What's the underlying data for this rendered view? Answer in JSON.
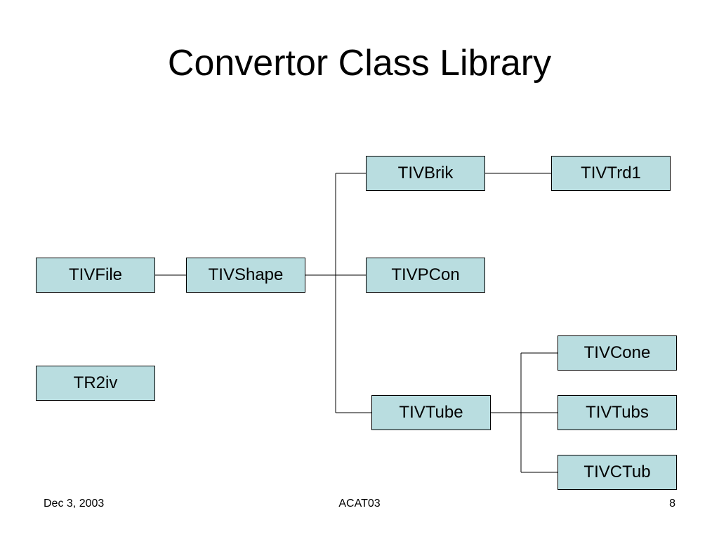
{
  "slide": {
    "title": "Convertor Class Library"
  },
  "nodes": {
    "tivfile": "TIVFile",
    "tr2iv": "TR2iv",
    "tivshape": "TIVShape",
    "tivbrik": "TIVBrik",
    "tivtrd1": "TIVTrd1",
    "tivpcon": "TIVPCon",
    "tivtube": "TIVTube",
    "tivcone": "TIVCone",
    "tivtubs": "TIVTubs",
    "tivctub": "TIVCTub"
  },
  "footer": {
    "date": "Dec 3, 2003",
    "event": "ACAT03",
    "page": "8"
  },
  "colors": {
    "node_fill": "#b9dde0",
    "node_border": "#000000",
    "background": "#ffffff"
  }
}
